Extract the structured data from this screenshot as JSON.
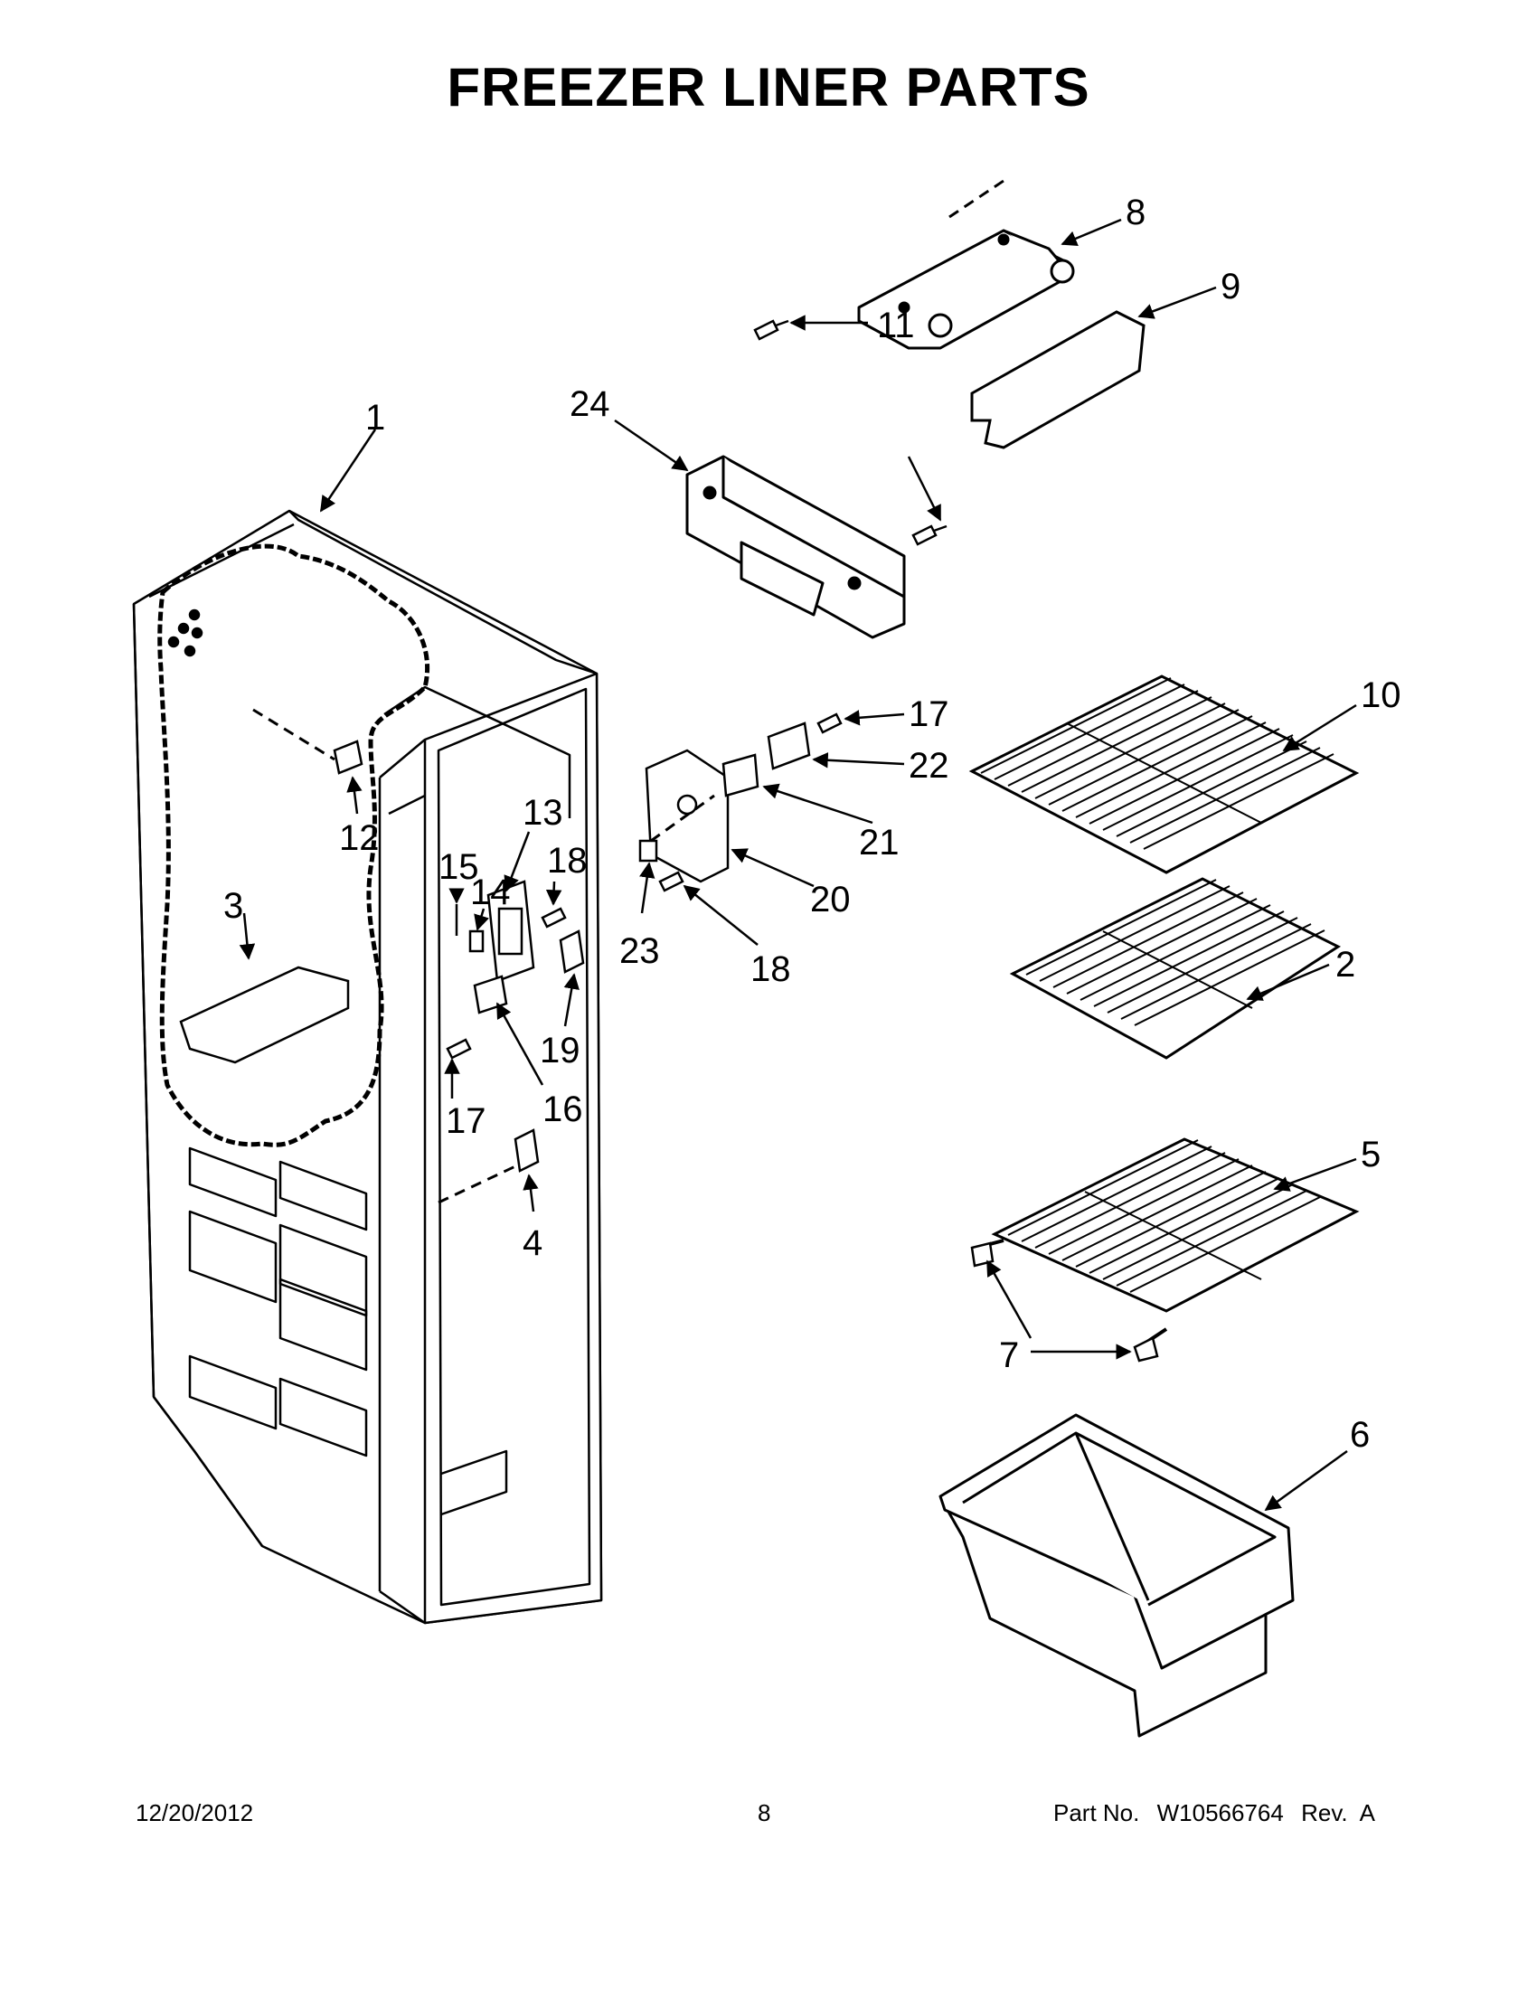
{
  "page": {
    "title": "FREEZER LINER PARTS"
  },
  "callouts": [
    "1",
    "2",
    "3",
    "4",
    "5",
    "6",
    "7",
    "8",
    "9",
    "10",
    "11",
    "12",
    "13",
    "14",
    "15",
    "16",
    "17",
    "17",
    "18",
    "18",
    "19",
    "20",
    "21",
    "22",
    "23",
    "24"
  ],
  "footer": {
    "date": "12/20/2012",
    "page_number": "8",
    "part_label": "Part No.",
    "part_number": "W10566764",
    "revision": "Rev.  A"
  }
}
